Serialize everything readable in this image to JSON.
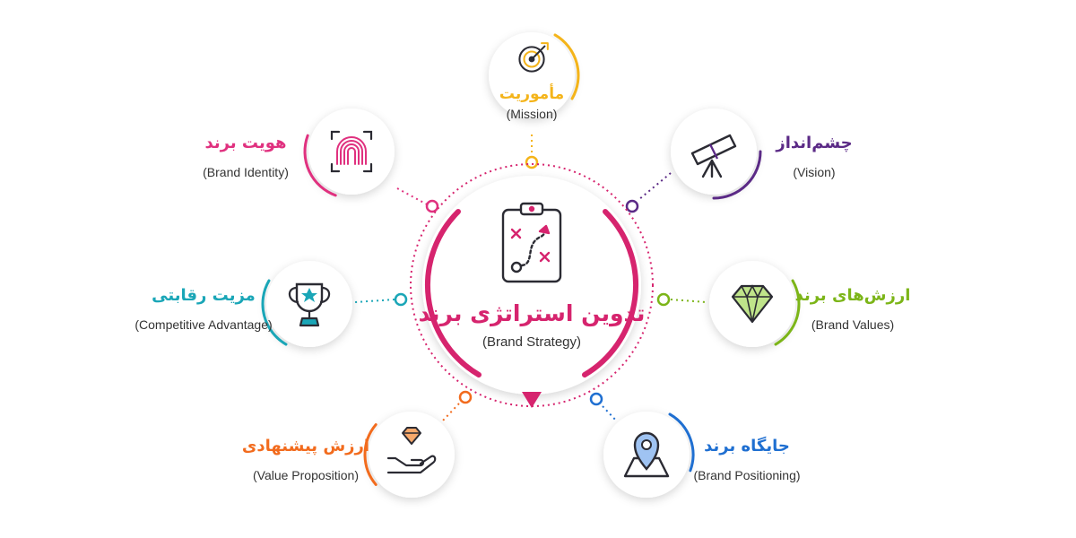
{
  "center": {
    "title_fa": "تدوین استراتژی برند",
    "title_en": "(Brand Strategy)",
    "icon": "strategy-clipboard-icon",
    "color": "#d6246e"
  },
  "nodes": [
    {
      "key": "mission",
      "title_fa": "مأموریت",
      "title_en": "(Mission)",
      "color": "#f4b41a",
      "icon": "target-icon"
    },
    {
      "key": "vision",
      "title_fa": "چشم‌انداز",
      "title_en": "(Vision)",
      "color": "#5b2a86",
      "icon": "telescope-icon"
    },
    {
      "key": "values",
      "title_fa": "ارزش‌های برند",
      "title_en": "(Brand Values)",
      "color": "#7cb518",
      "icon": "diamond-icon"
    },
    {
      "key": "positioning",
      "title_fa": "جایگاه برند",
      "title_en": "(Brand Positioning)",
      "color": "#1f6fd1",
      "icon": "location-pin-icon"
    },
    {
      "key": "value_prop",
      "title_fa": "ارزش پیشنهادی",
      "title_en": "(Value Proposition)",
      "color": "#f26b1d",
      "icon": "hand-diamond-icon"
    },
    {
      "key": "competitive",
      "title_fa": "مزیت رقابتی",
      "title_en": "(Competitive Advantage)",
      "color": "#1aa6b7",
      "icon": "trophy-icon"
    },
    {
      "key": "identity",
      "title_fa": "هویت برند",
      "title_en": "(Brand Identity)",
      "color": "#e0317f",
      "icon": "fingerprint-icon"
    }
  ]
}
